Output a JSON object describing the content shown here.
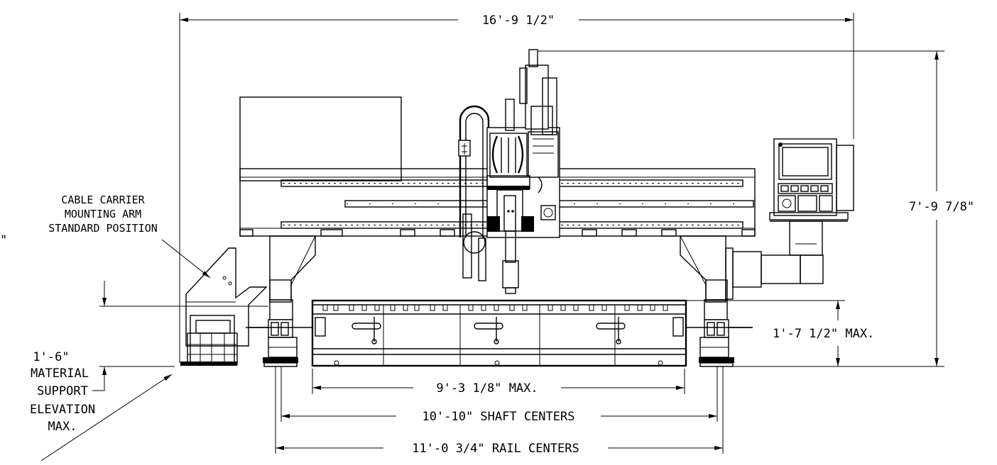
{
  "dimensions": {
    "overall_width": "16'-9 1/2\"",
    "overall_height": "7'-9 7/8\"",
    "table_height": "1'-7 1/2\" MAX.",
    "table_width": "9'-3 1/8\" MAX.",
    "shaft_centers": "10'-10\" SHAFT CENTERS",
    "rail_centers": "11'-0 3/4\" RAIL CENTERS"
  },
  "annotations": {
    "cable_carrier": [
      "CABLE CARRIER",
      "MOUNTING ARM",
      "STANDARD POSITION"
    ],
    "material_support": [
      "1'-6\"",
      "MATERIAL",
      "SUPPORT",
      "ELEVATION",
      "MAX."
    ],
    "cropped_edge_mark": "\""
  }
}
